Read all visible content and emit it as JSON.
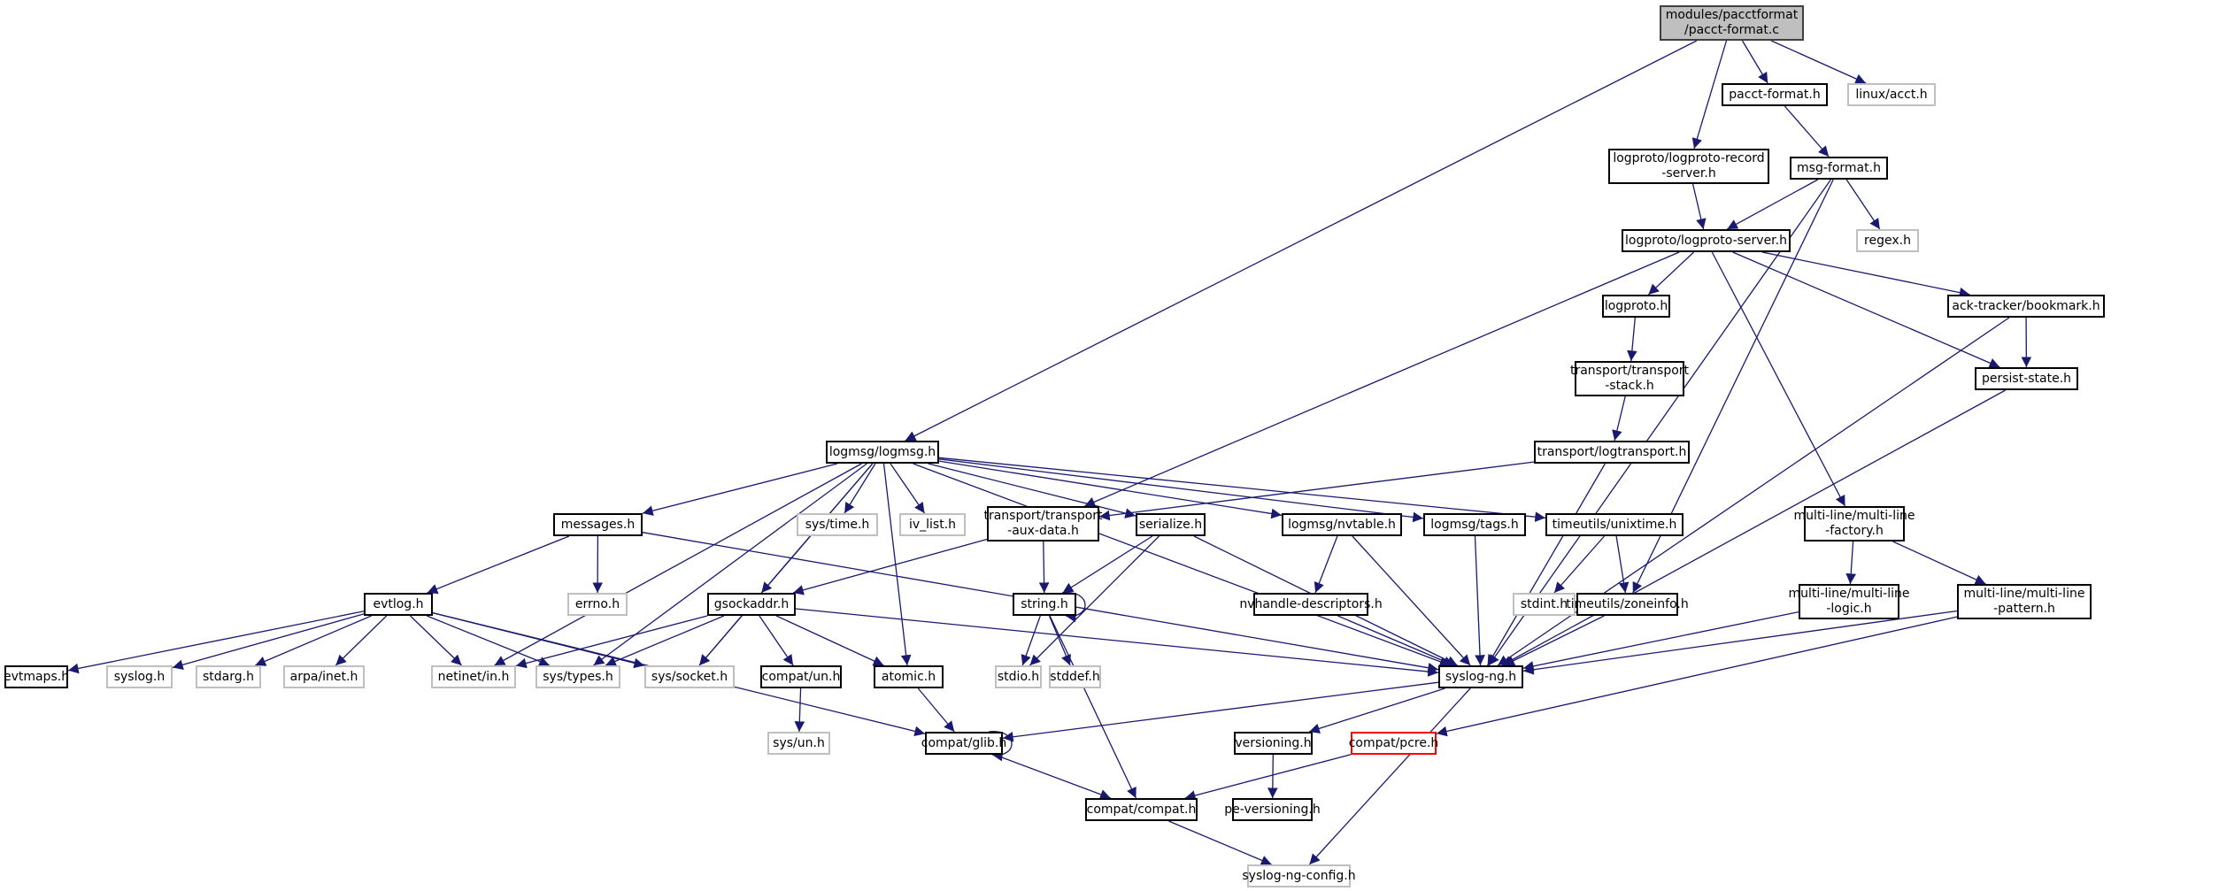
{
  "graph": {
    "title": "Include dependency graph for pacct-format.c",
    "edge_color": "#191970",
    "nodes": [
      {
        "id": "root",
        "label": "modules/pacctformat\n/pacct-format.c",
        "kind": "root"
      },
      {
        "id": "pacct_format_h",
        "label": "pacct-format.h",
        "kind": "doc"
      },
      {
        "id": "linux_acct_h",
        "label": "linux/acct.h",
        "kind": "ext"
      },
      {
        "id": "logproto_record_server_h",
        "label": "logproto/logproto-record\n-server.h",
        "kind": "doc"
      },
      {
        "id": "msg_format_h",
        "label": "msg-format.h",
        "kind": "doc"
      },
      {
        "id": "logproto_server_h",
        "label": "logproto/logproto-server.h",
        "kind": "doc"
      },
      {
        "id": "regex_h",
        "label": "regex.h",
        "kind": "ext"
      },
      {
        "id": "logproto_h",
        "label": "logproto.h",
        "kind": "doc"
      },
      {
        "id": "ack_tracker_bookmark_h",
        "label": "ack-tracker/bookmark.h",
        "kind": "doc"
      },
      {
        "id": "transport_stack_h",
        "label": "transport/transport\n-stack.h",
        "kind": "doc"
      },
      {
        "id": "persist_state_h",
        "label": "persist-state.h",
        "kind": "doc"
      },
      {
        "id": "logtransport_h",
        "label": "transport/logtransport.h",
        "kind": "doc"
      },
      {
        "id": "logmsg_h",
        "label": "logmsg/logmsg.h",
        "kind": "doc"
      },
      {
        "id": "multiline_factory_h",
        "label": "multi-line/multi-line\n-factory.h",
        "kind": "doc"
      },
      {
        "id": "messages_h",
        "label": "messages.h",
        "kind": "doc"
      },
      {
        "id": "sys_time_h",
        "label": "sys/time.h",
        "kind": "ext"
      },
      {
        "id": "iv_list_h",
        "label": "iv_list.h",
        "kind": "ext"
      },
      {
        "id": "transport_aux_data_h",
        "label": "transport/transport\n-aux-data.h",
        "kind": "doc"
      },
      {
        "id": "serialize_h",
        "label": "serialize.h",
        "kind": "doc"
      },
      {
        "id": "nvtable_h",
        "label": "logmsg/nvtable.h",
        "kind": "doc"
      },
      {
        "id": "tags_h",
        "label": "logmsg/tags.h",
        "kind": "doc"
      },
      {
        "id": "unixtime_h",
        "label": "timeutils/unixtime.h",
        "kind": "doc"
      },
      {
        "id": "evtlog_h",
        "label": "evtlog.h",
        "kind": "doc"
      },
      {
        "id": "errno_h",
        "label": "errno.h",
        "kind": "ext"
      },
      {
        "id": "gsockaddr_h",
        "label": "gsockaddr.h",
        "kind": "doc"
      },
      {
        "id": "string_h",
        "label": "string.h",
        "kind": "doc"
      },
      {
        "id": "nvhandle_descriptors_h",
        "label": "nvhandle-descriptors.h",
        "kind": "doc"
      },
      {
        "id": "stdint_h",
        "label": "stdint.h",
        "kind": "ext"
      },
      {
        "id": "zoneinfo_h",
        "label": "timeutils/zoneinfo.h",
        "kind": "doc"
      },
      {
        "id": "multiline_logic_h",
        "label": "multi-line/multi-line\n-logic.h",
        "kind": "doc"
      },
      {
        "id": "multiline_pattern_h",
        "label": "multi-line/multi-line\n-pattern.h",
        "kind": "doc"
      },
      {
        "id": "evtmaps_h",
        "label": "evtmaps.h",
        "kind": "doc"
      },
      {
        "id": "syslog_h",
        "label": "syslog.h",
        "kind": "ext"
      },
      {
        "id": "stdarg_h",
        "label": "stdarg.h",
        "kind": "ext"
      },
      {
        "id": "arpa_inet_h",
        "label": "arpa/inet.h",
        "kind": "ext"
      },
      {
        "id": "netinet_in_h",
        "label": "netinet/in.h",
        "kind": "ext"
      },
      {
        "id": "sys_types_h",
        "label": "sys/types.h",
        "kind": "ext"
      },
      {
        "id": "sys_socket_h",
        "label": "sys/socket.h",
        "kind": "ext"
      },
      {
        "id": "compat_un_h",
        "label": "compat/un.h",
        "kind": "doc"
      },
      {
        "id": "atomic_h",
        "label": "atomic.h",
        "kind": "doc"
      },
      {
        "id": "stdio_h",
        "label": "stdio.h",
        "kind": "ext"
      },
      {
        "id": "stddef_h",
        "label": "stddef.h",
        "kind": "ext"
      },
      {
        "id": "syslog_ng_h",
        "label": "syslog-ng.h",
        "kind": "doc"
      },
      {
        "id": "sys_un_h",
        "label": "sys/un.h",
        "kind": "ext"
      },
      {
        "id": "compat_glib_h",
        "label": "compat/glib.h",
        "kind": "doc"
      },
      {
        "id": "versioning_h",
        "label": "versioning.h",
        "kind": "doc"
      },
      {
        "id": "compat_pcre_h",
        "label": "compat/pcre.h",
        "kind": "missing"
      },
      {
        "id": "compat_compat_h",
        "label": "compat/compat.h",
        "kind": "doc"
      },
      {
        "id": "pe_versioning_h",
        "label": "pe-versioning.h",
        "kind": "doc"
      },
      {
        "id": "syslog_ng_config_h",
        "label": "syslog-ng-config.h",
        "kind": "ext"
      }
    ],
    "edges": [
      [
        "root",
        "pacct_format_h"
      ],
      [
        "root",
        "linux_acct_h"
      ],
      [
        "root",
        "logproto_record_server_h"
      ],
      [
        "root",
        "logmsg_h"
      ],
      [
        "pacct_format_h",
        "msg_format_h"
      ],
      [
        "logproto_record_server_h",
        "logproto_server_h"
      ],
      [
        "msg_format_h",
        "logproto_server_h"
      ],
      [
        "msg_format_h",
        "regex_h"
      ],
      [
        "msg_format_h",
        "zoneinfo_h"
      ],
      [
        "msg_format_h",
        "syslog_ng_h"
      ],
      [
        "logproto_server_h",
        "logproto_h"
      ],
      [
        "logproto_server_h",
        "ack_tracker_bookmark_h"
      ],
      [
        "logproto_server_h",
        "persist_state_h"
      ],
      [
        "logproto_server_h",
        "transport_aux_data_h"
      ],
      [
        "logproto_server_h",
        "multiline_factory_h"
      ],
      [
        "logproto_h",
        "transport_stack_h"
      ],
      [
        "transport_stack_h",
        "logtransport_h"
      ],
      [
        "logtransport_h",
        "transport_aux_data_h"
      ],
      [
        "logtransport_h",
        "syslog_ng_h"
      ],
      [
        "ack_tracker_bookmark_h",
        "persist_state_h"
      ],
      [
        "ack_tracker_bookmark_h",
        "syslog_ng_h"
      ],
      [
        "persist_state_h",
        "syslog_ng_h"
      ],
      [
        "multiline_factory_h",
        "multiline_logic_h"
      ],
      [
        "multiline_factory_h",
        "multiline_pattern_h"
      ],
      [
        "multiline_logic_h",
        "syslog_ng_h"
      ],
      [
        "multiline_pattern_h",
        "syslog_ng_h"
      ],
      [
        "multiline_pattern_h",
        "compat_pcre_h"
      ],
      [
        "logmsg_h",
        "messages_h"
      ],
      [
        "logmsg_h",
        "sys_time_h"
      ],
      [
        "logmsg_h",
        "iv_list_h"
      ],
      [
        "logmsg_h",
        "serialize_h"
      ],
      [
        "logmsg_h",
        "nvtable_h"
      ],
      [
        "logmsg_h",
        "tags_h"
      ],
      [
        "logmsg_h",
        "unixtime_h"
      ],
      [
        "logmsg_h",
        "gsockaddr_h"
      ],
      [
        "logmsg_h",
        "atomic_h"
      ],
      [
        "logmsg_h",
        "netinet_in_h"
      ],
      [
        "logmsg_h",
        "sys_types_h"
      ],
      [
        "logmsg_h",
        "sys_socket_h"
      ],
      [
        "logmsg_h",
        "syslog_ng_h"
      ],
      [
        "messages_h",
        "evtlog_h"
      ],
      [
        "messages_h",
        "errno_h"
      ],
      [
        "messages_h",
        "syslog_ng_h"
      ],
      [
        "evtlog_h",
        "evtmaps_h"
      ],
      [
        "evtlog_h",
        "syslog_h"
      ],
      [
        "evtlog_h",
        "stdarg_h"
      ],
      [
        "evtlog_h",
        "arpa_inet_h"
      ],
      [
        "evtlog_h",
        "netinet_in_h"
      ],
      [
        "evtlog_h",
        "sys_types_h"
      ],
      [
        "evtlog_h",
        "sys_socket_h"
      ],
      [
        "evtlog_h",
        "compat_glib_h"
      ],
      [
        "transport_aux_data_h",
        "gsockaddr_h"
      ],
      [
        "transport_aux_data_h",
        "string_h"
      ],
      [
        "serialize_h",
        "string_h"
      ],
      [
        "serialize_h",
        "stdio_h"
      ],
      [
        "serialize_h",
        "syslog_ng_h"
      ],
      [
        "string_h",
        "string_h"
      ],
      [
        "string_h",
        "stdio_h"
      ],
      [
        "string_h",
        "stddef_h"
      ],
      [
        "string_h",
        "compat_compat_h"
      ],
      [
        "gsockaddr_h",
        "netinet_in_h"
      ],
      [
        "gsockaddr_h",
        "sys_types_h"
      ],
      [
        "gsockaddr_h",
        "sys_socket_h"
      ],
      [
        "gsockaddr_h",
        "compat_un_h"
      ],
      [
        "gsockaddr_h",
        "atomic_h"
      ],
      [
        "gsockaddr_h",
        "syslog_ng_h"
      ],
      [
        "compat_un_h",
        "sys_un_h"
      ],
      [
        "atomic_h",
        "compat_glib_h"
      ],
      [
        "nvtable_h",
        "nvhandle_descriptors_h"
      ],
      [
        "nvtable_h",
        "syslog_ng_h"
      ],
      [
        "nvhandle_descriptors_h",
        "syslog_ng_h"
      ],
      [
        "tags_h",
        "syslog_ng_h"
      ],
      [
        "unixtime_h",
        "stdint_h"
      ],
      [
        "unixtime_h",
        "zoneinfo_h"
      ],
      [
        "zoneinfo_h",
        "syslog_ng_h"
      ],
      [
        "syslog_ng_h",
        "compat_glib_h"
      ],
      [
        "syslog_ng_h",
        "versioning_h"
      ],
      [
        "syslog_ng_h",
        "syslog_ng_config_h"
      ],
      [
        "compat_glib_h",
        "compat_glib_h"
      ],
      [
        "compat_glib_h",
        "compat_compat_h"
      ],
      [
        "versioning_h",
        "pe_versioning_h"
      ],
      [
        "compat_pcre_h",
        "compat_compat_h"
      ],
      [
        "compat_compat_h",
        "syslog_ng_config_h"
      ]
    ]
  }
}
